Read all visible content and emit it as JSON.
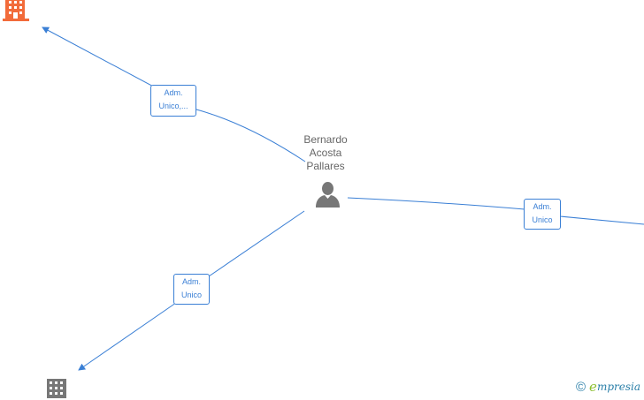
{
  "person": {
    "name_lines": [
      "Bernardo",
      "Acosta",
      "Pallares"
    ],
    "icon": "person-icon"
  },
  "companies": [
    {
      "id": "company-top-left",
      "icon": "building-icon",
      "color": "#f26b3a"
    },
    {
      "id": "company-bottom-left",
      "icon": "building-icon",
      "color": "#777777"
    },
    {
      "id": "company-right",
      "icon": "building-icon",
      "color": "#3a7fd5"
    }
  ],
  "edges": [
    {
      "id": "edge-top-left",
      "label_lines": [
        "Adm.",
        "Unico,..."
      ]
    },
    {
      "id": "edge-bottom-left",
      "label_lines": [
        "Adm.",
        "Unico"
      ]
    },
    {
      "id": "edge-right",
      "label_lines": [
        "Adm.",
        "Unico"
      ]
    }
  ],
  "colors": {
    "edge": "#3a7fd5",
    "label_text": "#3a7fd5",
    "name_text": "#666666"
  },
  "watermark": {
    "symbol": "©",
    "brand_initial": "e",
    "brand_rest": "mpresia"
  }
}
